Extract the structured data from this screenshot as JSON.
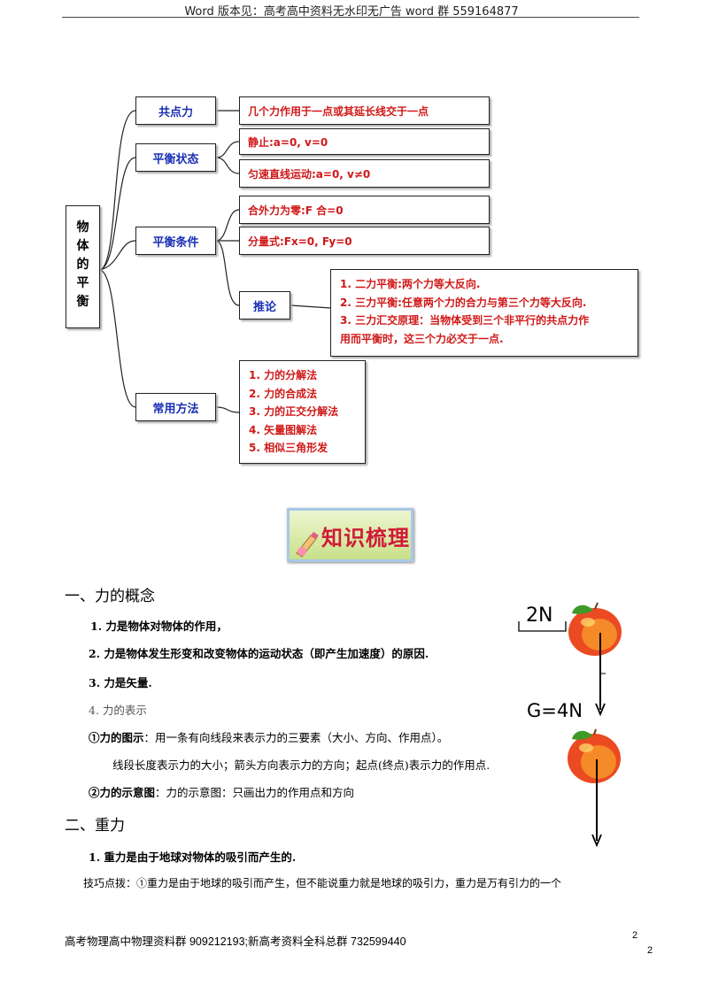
{
  "header": {
    "text": "Word 版本见：高考高中资料无水印无广告 word 群 559164877"
  },
  "mindmap": {
    "root": [
      "物",
      "体",
      "的",
      "平",
      "衡"
    ],
    "gongdianli": {
      "label": "共点力",
      "desc": "几个力作用于一点或其延长线交于一点"
    },
    "pinghengzhuangtai": {
      "label": "平衡状态",
      "items": [
        "静止:a=0, v=0",
        "匀速直线运动:a=0, v≠0"
      ]
    },
    "pinghengtiaojian": {
      "label": "平衡条件",
      "items": [
        "合外力为零:F 合=0",
        "分量式:Fx=0, Fy=0"
      ]
    },
    "tuilun": {
      "label": "推论",
      "lines": [
        "1. 二力平衡:两个力等大反向.",
        "2. 三力平衡:任意两个力的合力与第三个力等大反向.",
        "3. 三力汇交原理：当物体受到三个非平行的共点力作",
        "用而平衡时，这三个力必交于一点."
      ]
    },
    "changyongfangfa": {
      "label": "常用方法",
      "lines": [
        "1. 力的分解法",
        "2. 力的合成法",
        "3. 力的正交分解法",
        "4. 矢量图解法",
        "5. 相似三角形发"
      ]
    }
  },
  "banner": {
    "text": "知识梳理"
  },
  "section1": {
    "title": "一、力的概念",
    "p1": "1. 力是物体对物体的作用，",
    "p2": "2. 力是物体发生形变和改变物体的运动状态（即产生加速度）的原因.",
    "p3": "3. 力是矢量.",
    "p4": "4. 力的表示",
    "p5_bold": "①力的图示",
    "p5_rest": "：用一条有向线段来表示力的三要素（大小、方向、作用点）。",
    "p6": "线段长度表示力的大小；箭头方向表示力的方向；起点(终点)表示力的作用点.",
    "p7_bold": "②力的示意图",
    "p7_rest": "：力的示意图：只画出力的作用点和方向"
  },
  "figure": {
    "scale_label": "2N",
    "force_label": "G=4N"
  },
  "section2": {
    "title": "二、重力",
    "p1": "1. 重力是由于地球对物体的吸引而产生的.",
    "p2": "技巧点拨：①重力是由于地球的吸引而产生，但不能说重力就是地球的吸引力，重力是万有引力的一个"
  },
  "footer": {
    "text": "高考物理高中物理资料群 909212193;新高考资料全科总群 732599440",
    "page_num": "2",
    "page_num2": "2"
  }
}
